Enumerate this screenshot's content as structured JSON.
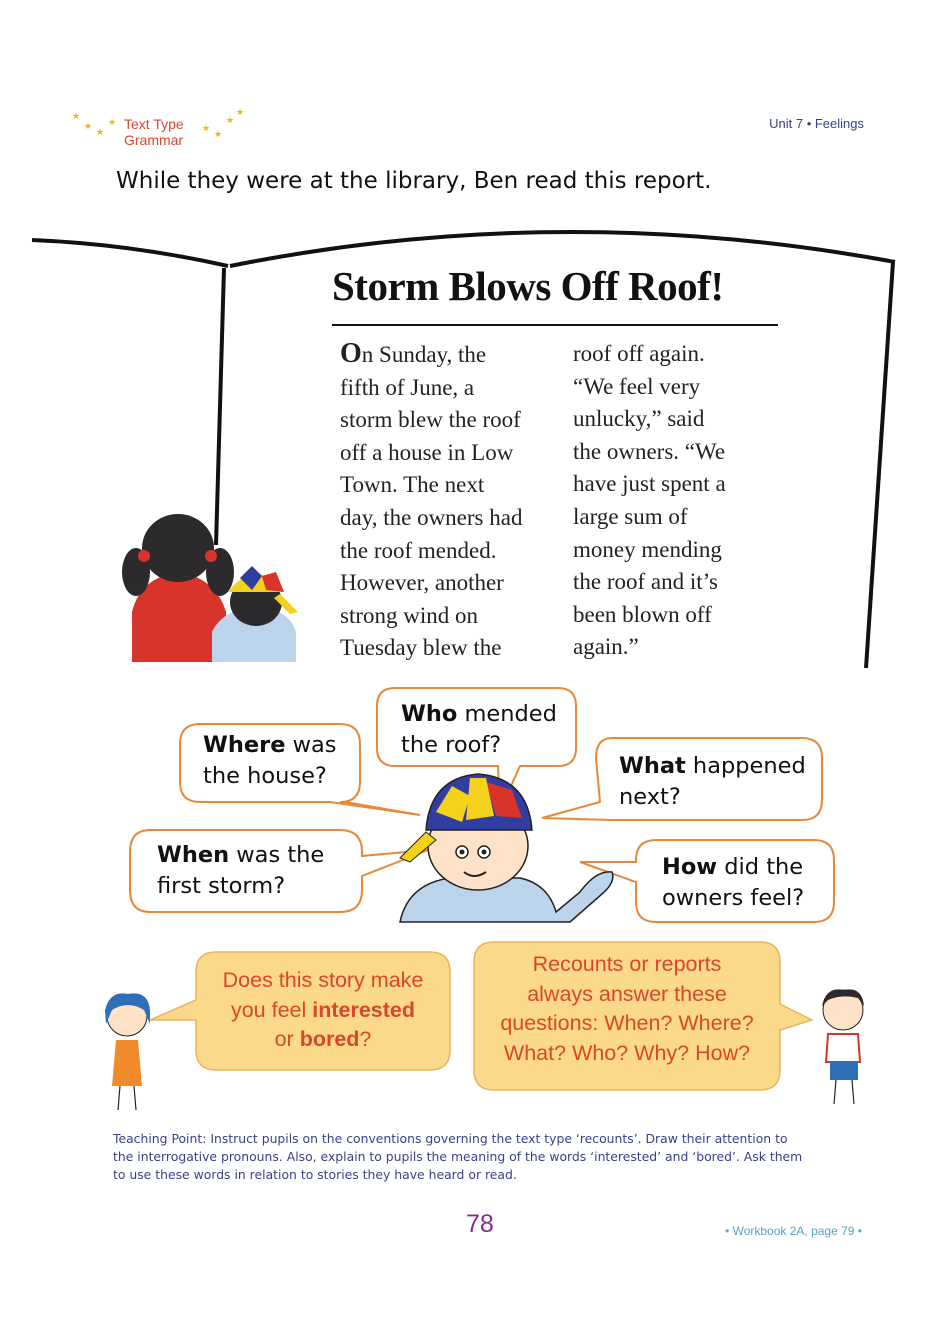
{
  "header": {
    "section_line1": "Text Type",
    "section_line2": "Grammar",
    "unit": "Unit 7 • Feelings"
  },
  "intro": "While they were at the library, Ben read this report.",
  "report": {
    "headline": "Storm Blows Off Roof!",
    "col1": {
      "drop": "O",
      "first": "n Sunday, the",
      "lines": [
        "fifth of June, a",
        "storm blew the roof",
        "off a house in Low",
        "Town. The next",
        "day, the owners had",
        "the roof mended.",
        "However, another",
        "strong wind on",
        "Tuesday blew the"
      ]
    },
    "col2": {
      "lines": [
        "roof off again.",
        "“We feel very",
        "unlucky,” said",
        "the owners. “We",
        "have just spent a",
        "large sum of",
        "money mending",
        "the roof and it’s",
        "been blown off",
        "again.”"
      ]
    }
  },
  "questions": {
    "where": {
      "bold": "Where",
      "rest": " was",
      "line2": "the house?"
    },
    "who": {
      "bold": "Who",
      "rest": " mended",
      "line2": "the roof?"
    },
    "what": {
      "bold": "What",
      "rest": " happened",
      "line2": "next?"
    },
    "when": {
      "bold": "When",
      "rest": " was the",
      "line2": "first storm?"
    },
    "how": {
      "bold": "How",
      "rest": " did the",
      "line2": "owners feel?"
    }
  },
  "captions": {
    "left": {
      "line1": "Does this story make",
      "pre": "you feel ",
      "bold1": "interested",
      "or": "or ",
      "bold2": "bored",
      "end": "?"
    },
    "right": {
      "lines": [
        "Recounts or reports",
        "always answer these",
        "questions:  When? Where?",
        "What? Who? Why? How?"
      ]
    }
  },
  "teaching_point": {
    "lines": [
      "Teaching Point: Instruct pupils on the conventions governing the text type ‘recounts’. Draw their attention to",
      "the interrogative pronouns. Also, explain to pupils the meaning of the words ‘interested’ and ‘bored’. Ask them",
      "to use these words in relation to stories they have heard or read."
    ]
  },
  "page_number": "78",
  "workbook_ref": "•  Workbook 2A, page 79  •",
  "colors": {
    "bubble_border": "#e8893a",
    "caption_fill": "#fbd98a",
    "caption_text": "#d9472b",
    "teaching_text": "#3b3f8f",
    "page_number": "#8b2a8f"
  }
}
